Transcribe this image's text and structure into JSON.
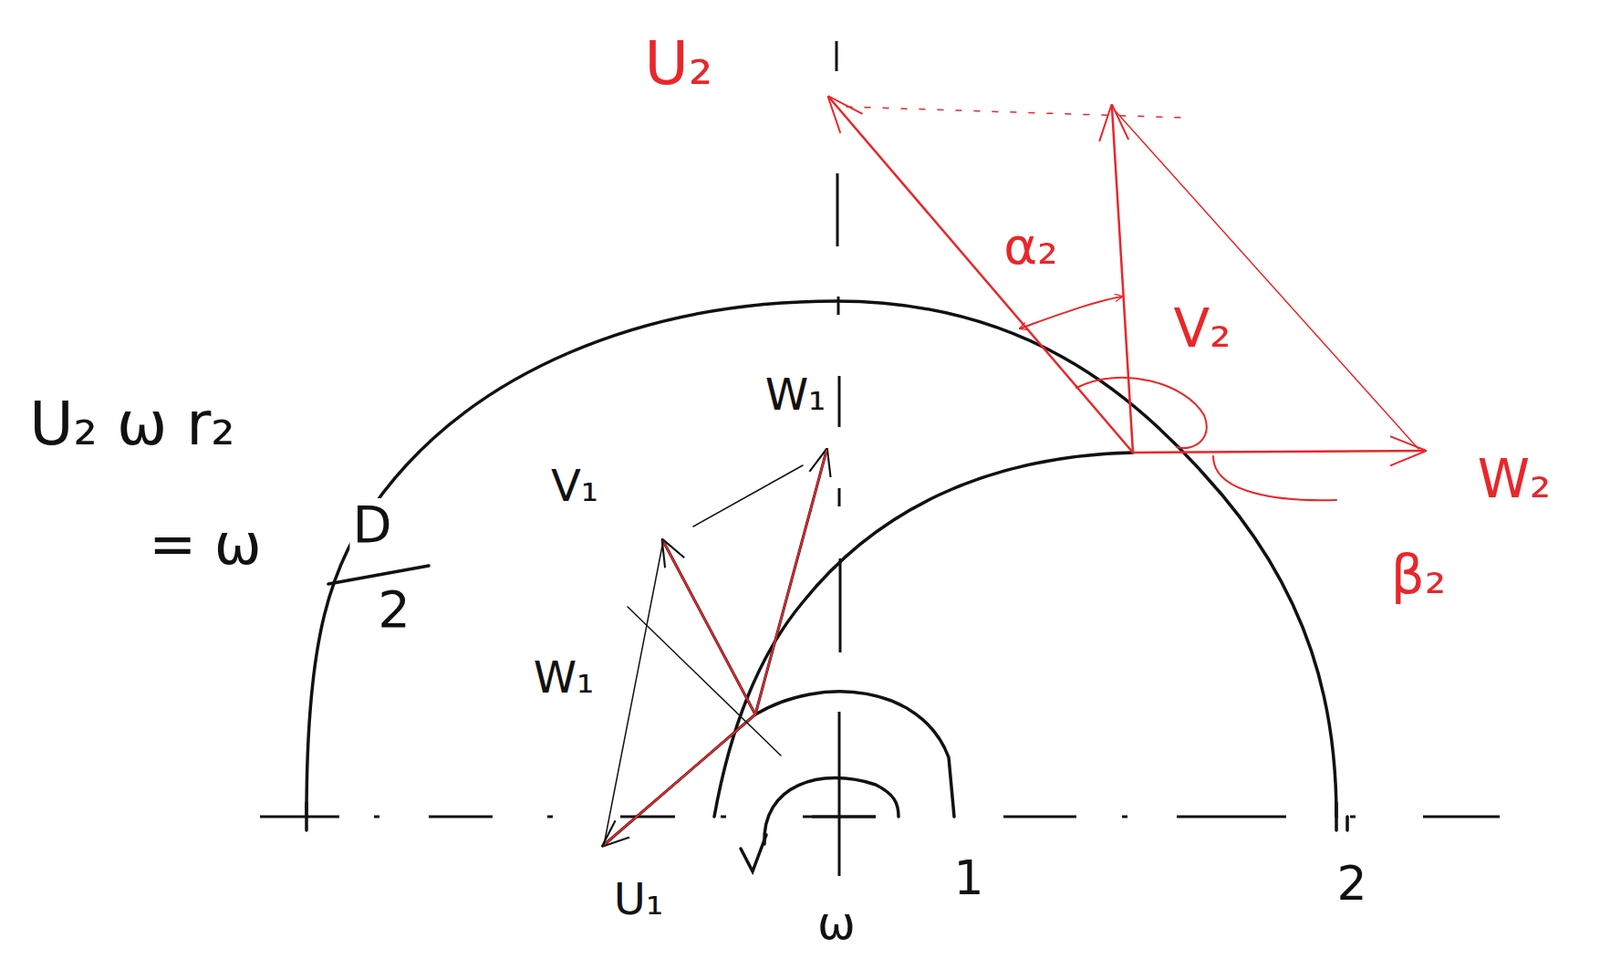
{
  "diagram": {
    "labels": [
      "U₂",
      "α₂",
      "V₂",
      "W₂",
      "β₂",
      "U₂ ω r₂",
      "= ω",
      "D",
      "2",
      "W₁",
      "V₁",
      "W₁",
      "U₁",
      "ω",
      "1",
      "2"
    ]
  }
}
